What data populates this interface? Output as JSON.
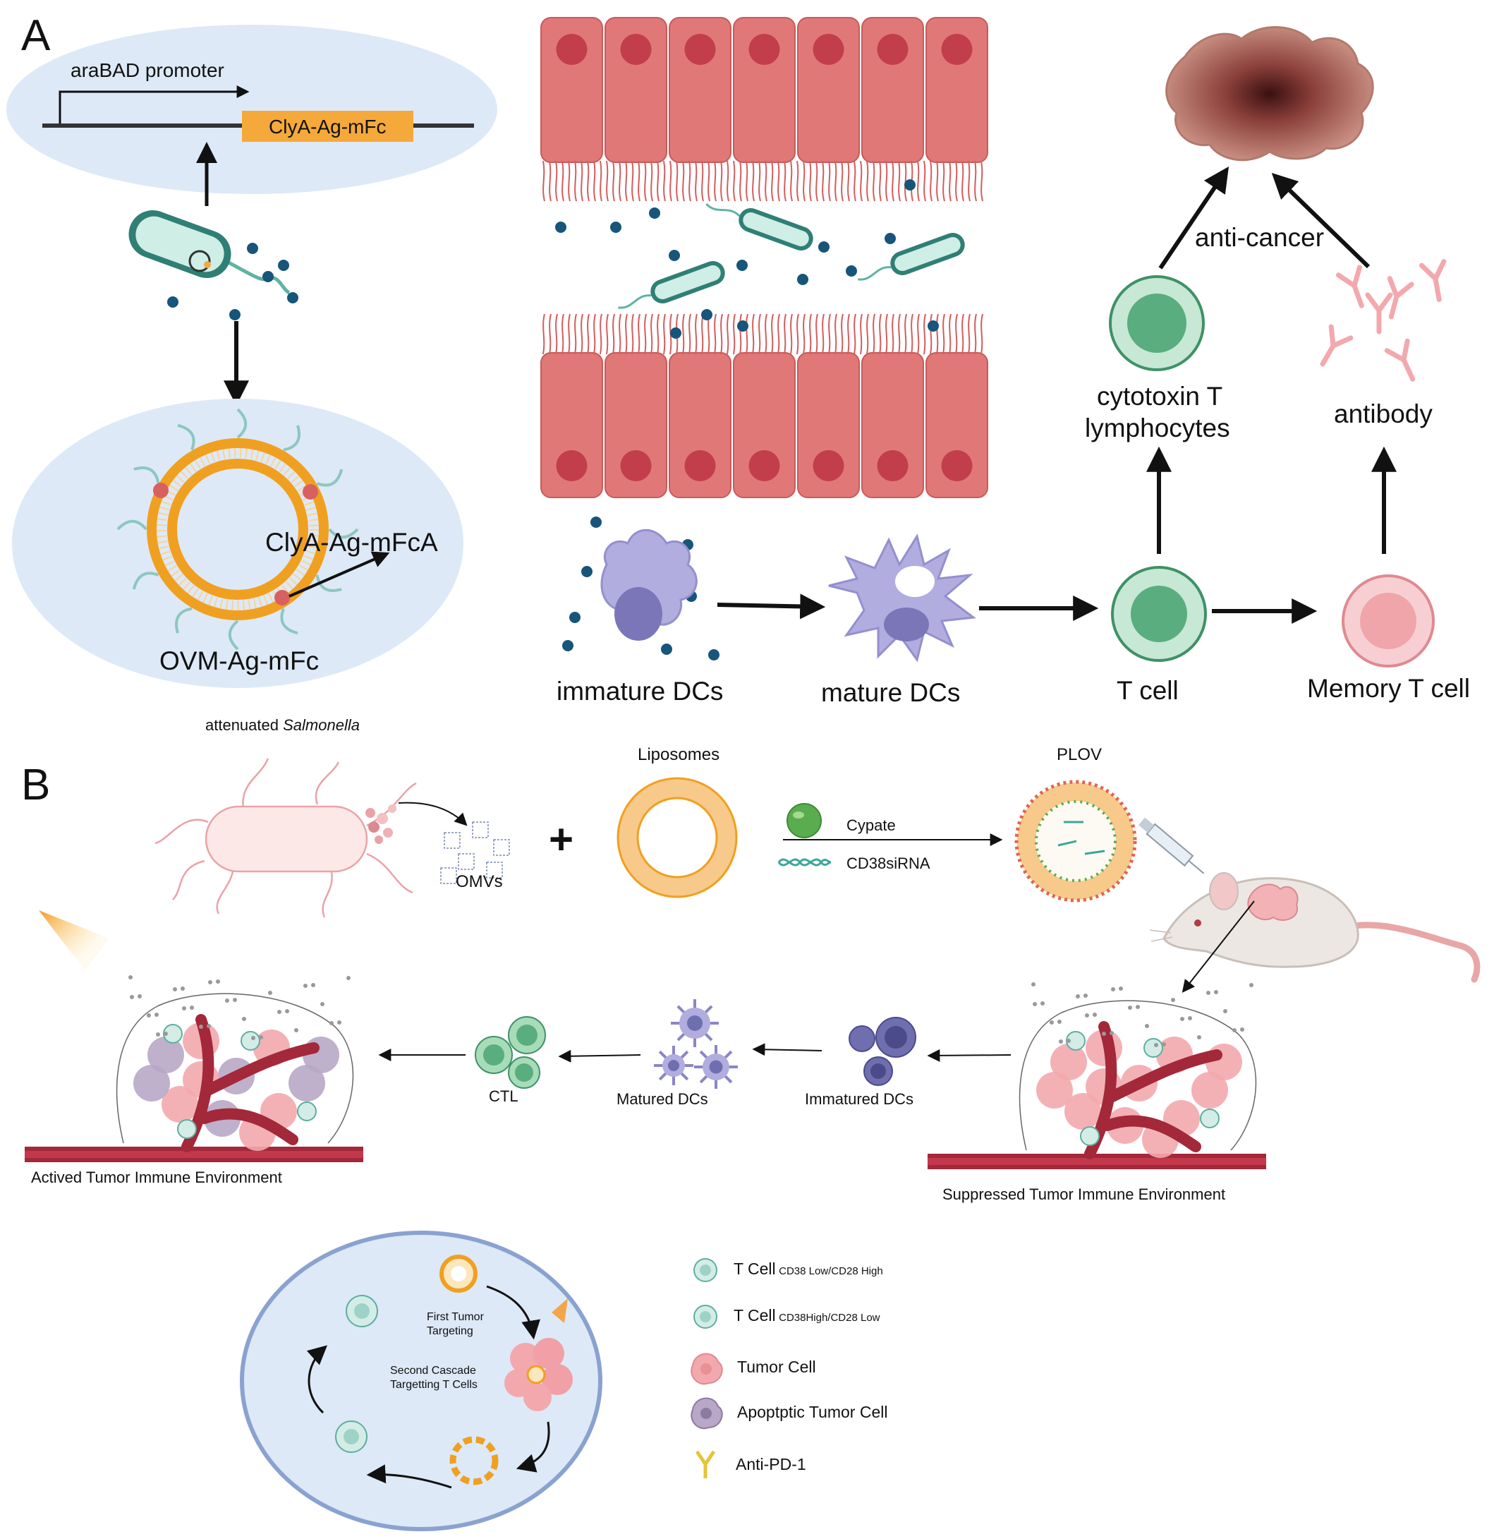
{
  "panel_a": {
    "letter": "A",
    "promoter_label": "araBAD promoter",
    "gene_label": "ClyA-Ag-mFc",
    "vesicle_label": "OVM-Ag-mFc",
    "protein_label": "ClyA-Ag-mFcA",
    "bacteria_caption_prefix": "attenuated ",
    "bacteria_caption_italic": "Salmonella",
    "immature_dcs": "immature DCs",
    "mature_dcs": "mature DCs",
    "t_cell": "T cell",
    "memory_t_cell": "Memory T cell",
    "ctl_line1": "cytotoxin T",
    "ctl_line2": "lymphocytes",
    "antibody": "antibody",
    "anti_cancer": "anti-cancer"
  },
  "panel_b": {
    "letter": "B",
    "omvs": "OMVs",
    "plus": "+",
    "liposomes": "Liposomes",
    "cypate": "Cypate",
    "sirna": "CD38siRNA",
    "plov": "PLOV",
    "ctl": "CTL",
    "matured_dcs": "Matured DCs",
    "immatured_dcs": "Immatured DCs",
    "actived_env": "Actived Tumor Immune Environment",
    "suppressed_env": "Suppressed Tumor Immune Environment",
    "first_targeting_l1": "First Tumor",
    "first_targeting_l2": "Targeting",
    "second_targeting_l1": "Second Cascade",
    "second_targeting_l2": "Targetting T Cells"
  },
  "legend": {
    "t_cell_1_main": "T Cell",
    "t_cell_1_sub": "CD38 Low/CD28 High",
    "t_cell_2_main": "T Cell",
    "t_cell_2_sub": "CD38High/CD28 Low",
    "tumor_cell": "Tumor Cell",
    "apoptotic_cell": "Apoptptic Tumor Cell",
    "anti_pd1": "Anti-PD-1"
  },
  "colors": {
    "epithelium": "#e07878",
    "nucleus": "#c23e4a",
    "bacterium": "#5fb3a3",
    "dot": "#17557a",
    "gene_box": "#f5a93a",
    "vesicle_orange": "#f0a020",
    "ellipse_bg": "#dde9f7",
    "dc_purple": "#b1addf",
    "t_cell_green": "#7cc49a",
    "memory_pink": "#f4b8bc",
    "antibody_pink": "#f3a8ad",
    "tumor_brown": "#c98f84",
    "vessel_red": "#a3283a"
  }
}
